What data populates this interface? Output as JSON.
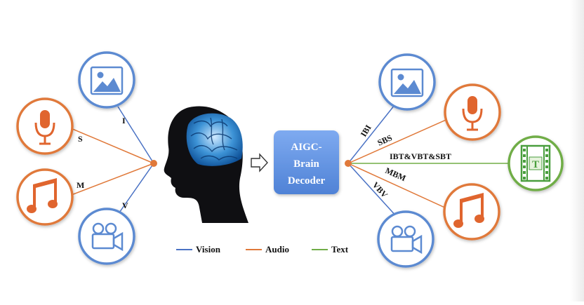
{
  "colors": {
    "vision": "#4a72c4",
    "audio": "#e0793a",
    "text": "#70ad47",
    "icon_blue": "#5b8ad1",
    "icon_orange": "#e0652f",
    "icon_green": "#4a9e3c",
    "decoder_fill": "#6b9be0",
    "junction": "#e0793a"
  },
  "left_inputs": [
    {
      "icon": "image-icon",
      "label": "I",
      "modality": "vision"
    },
    {
      "icon": "microphone-icon",
      "label": "S",
      "modality": "audio"
    },
    {
      "icon": "music-note-icon",
      "label": "M",
      "modality": "audio"
    },
    {
      "icon": "video-camera-icon",
      "label": "V",
      "modality": "vision"
    }
  ],
  "brain_icon": "human-head-brain-icon",
  "arrow_icon": "right-arrow-icon",
  "decoder": {
    "line1": "AIGC-",
    "line2": "Brain",
    "line3": "Decoder"
  },
  "right_outputs": [
    {
      "icon": "image-icon",
      "label": "IBI",
      "modality": "vision"
    },
    {
      "icon": "microphone-icon",
      "label": "SBS",
      "modality": "audio"
    },
    {
      "icon": "text-film-icon",
      "label": "IBT&VBT&SBT",
      "modality": "text"
    },
    {
      "icon": "music-note-icon",
      "label": "MBM",
      "modality": "audio"
    },
    {
      "icon": "video-camera-icon",
      "label": "VBV",
      "modality": "vision"
    }
  ],
  "legend": [
    {
      "label": "Vision",
      "modality": "vision"
    },
    {
      "label": "Audio",
      "modality": "audio"
    },
    {
      "label": "Text",
      "modality": "text"
    }
  ]
}
